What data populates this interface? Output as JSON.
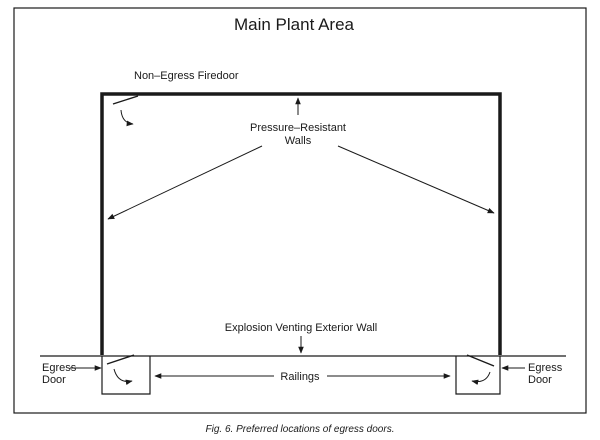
{
  "title": "Main Plant Area",
  "labels": {
    "firedoor": "Non–Egress Firedoor",
    "pressure_walls_line1": "Pressure–Resistant",
    "pressure_walls_line2": "Walls",
    "explosion_wall": "Explosion Venting Exterior Wall",
    "egress_left_line1": "Egress",
    "egress_left_line2": "Door",
    "egress_right_line1": "Egress",
    "egress_right_line2": "Door",
    "railings": "Railings"
  },
  "caption": "Fig. 6.  Preferred locations of egress doors."
}
